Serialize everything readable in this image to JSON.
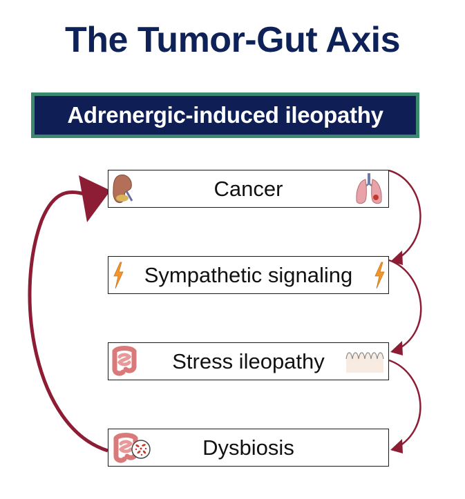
{
  "title": "The Tumor-Gut Axis",
  "subtitle": "Adrenergic-induced ileopathy",
  "nodes": [
    {
      "label": "Cancer"
    },
    {
      "label": "Sympathetic signaling"
    },
    {
      "label": "Stress ileopathy"
    },
    {
      "label": "Dysbiosis"
    }
  ],
  "colors": {
    "title": "#0f2257",
    "subtitle_bg": "#0f1f55",
    "subtitle_border": "#3c8a6e",
    "arrow": "#8c1d35"
  },
  "icons": [
    "kidney-icon",
    "lungs-icon",
    "lightning-icon",
    "intestine-icon",
    "villi-icon",
    "bacteria-icon"
  ]
}
